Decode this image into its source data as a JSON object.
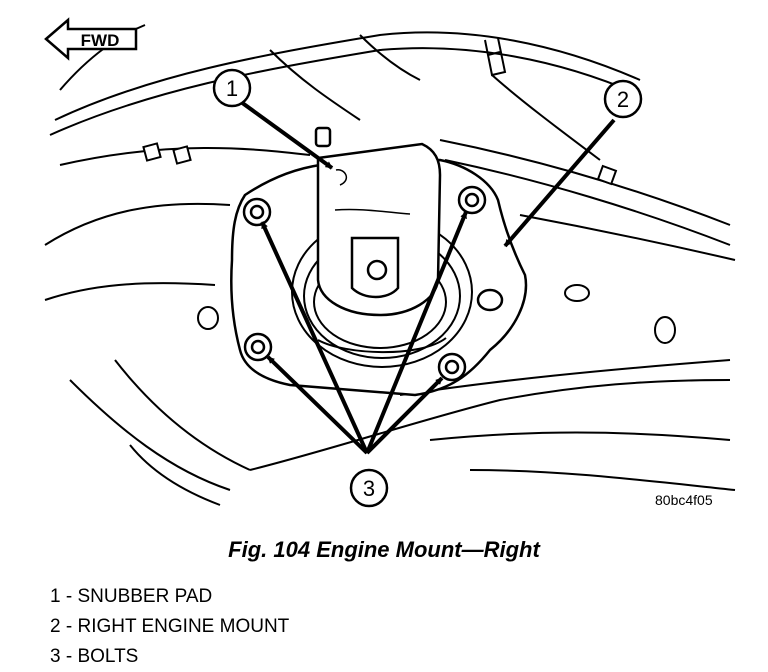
{
  "fwd_label": "FWD",
  "callouts": [
    {
      "num": "1"
    },
    {
      "num": "2"
    },
    {
      "num": "3"
    }
  ],
  "ref_code": "80bc4f05",
  "caption": "Fig. 104 Engine Mount—Right",
  "legend": [
    {
      "num": "1",
      "sep": " - ",
      "label": "SNUBBER PAD"
    },
    {
      "num": "2",
      "sep": " - ",
      "label": "RIGHT ENGINE MOUNT"
    },
    {
      "num": "3",
      "sep": " - ",
      "label": "BOLTS"
    }
  ]
}
